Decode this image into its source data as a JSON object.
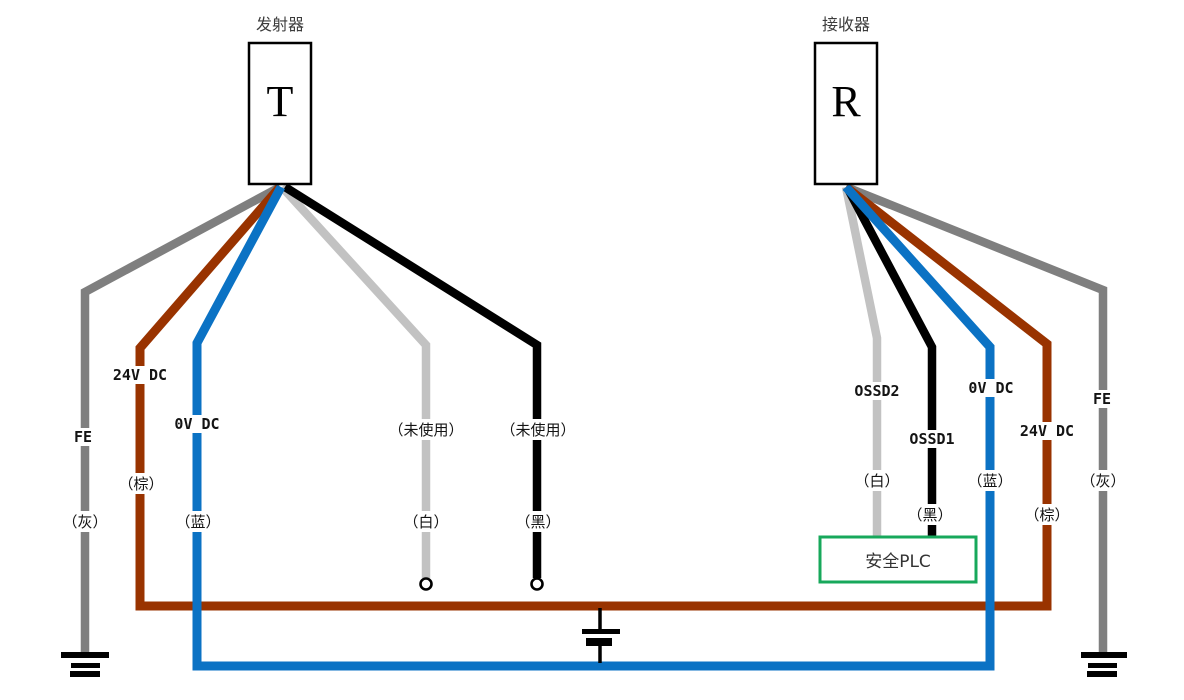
{
  "colors": {
    "gray": "#7f7f7f",
    "light_gray": "#c2c2c2",
    "brown": "#993300",
    "blue": "#0b72c4",
    "green": "#17a85b",
    "black": "#000000",
    "white": "#ffffff"
  },
  "transmitter": {
    "title": "发射器",
    "letter": "T"
  },
  "receiver": {
    "title": "接收器",
    "letter": "R"
  },
  "plc": {
    "label": "安全PLC"
  },
  "wires": {
    "left": {
      "fe": {
        "signal": "FE",
        "color_name": "（灰）"
      },
      "power24": {
        "signal": "24V DC",
        "color_name": "（棕）"
      },
      "power0": {
        "signal": "0V DC",
        "color_name": "（蓝）"
      },
      "white": {
        "signal": "（未使用）",
        "color_name": "（白）"
      },
      "black": {
        "signal": "（未使用）",
        "color_name": "（黑）"
      }
    },
    "right": {
      "ossd2": {
        "signal": "OSSD2",
        "color_name": "（白）"
      },
      "ossd1": {
        "signal": "OSSD1",
        "color_name": "（黑）"
      },
      "power0": {
        "signal": "0V DC",
        "color_name": "（蓝）"
      },
      "power24": {
        "signal": "24V DC",
        "color_name": "（棕）"
      },
      "fe": {
        "signal": "FE",
        "color_name": "（灰）"
      }
    }
  }
}
